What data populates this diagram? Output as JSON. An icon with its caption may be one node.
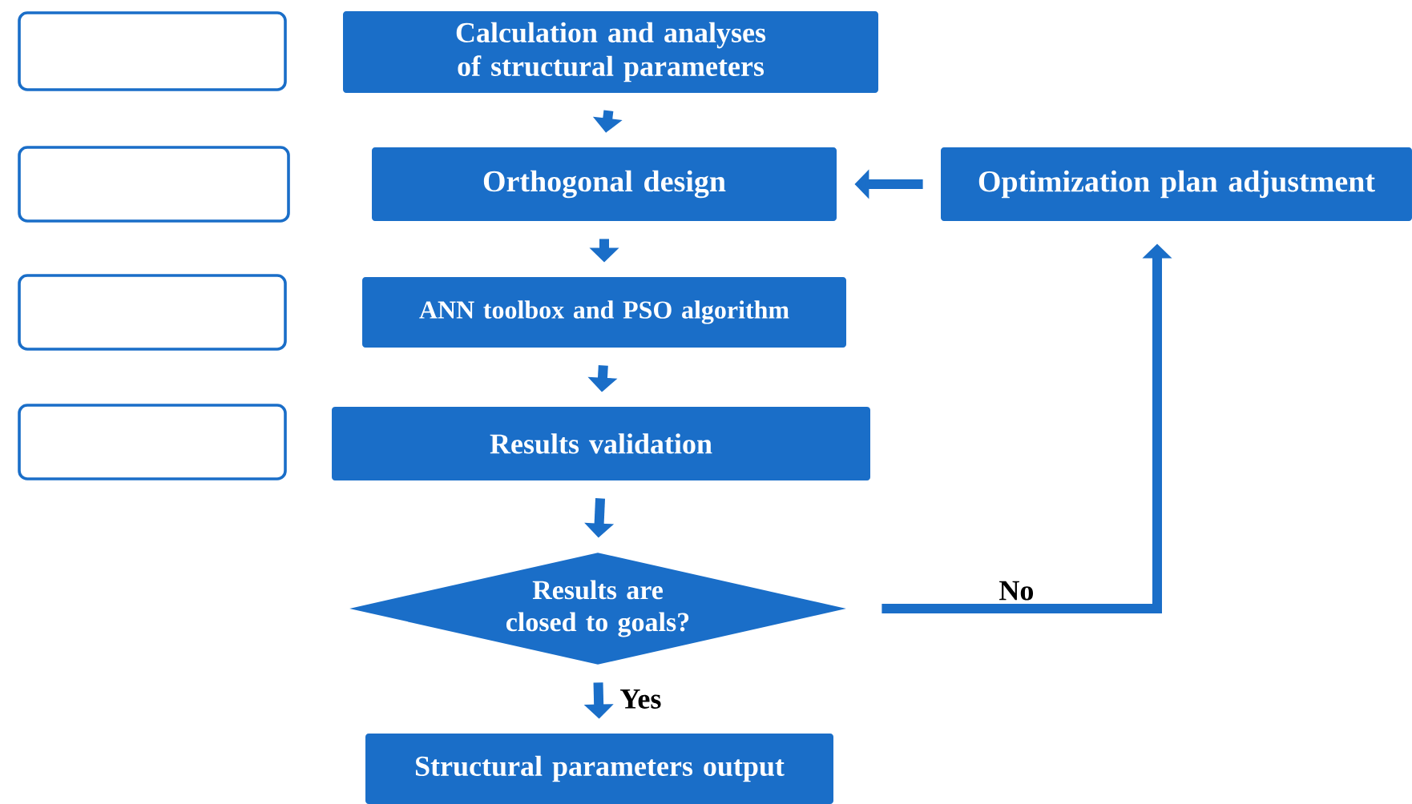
{
  "diagram": {
    "nodes": [
      {
        "text": [],
        "shape": "box"
      },
      {
        "text": [
          "Calculation and analyses of structural parameters"
        ]
      },
      {
        "text": [],
        "shape": "box"
      },
      {
        "text": [
          "Orthogonal design"
        ]
      },
      {
        "text": [
          "Optimization plan adjustment"
        ]
      },
      {
        "text": [],
        "shape": "box"
      },
      {
        "text": [
          "ANN toolbox and PSO algorithm"
        ]
      },
      {
        "text": [],
        "shape": "box"
      },
      {
        "text": [
          "Results validation"
        ]
      },
      {
        "text": [
          "Results are closed to goals?"
        ]
      },
      {
        "text": [
          "Structural parameters output"
        ]
      }
    ],
    "edges": [
      {
        "from": 1,
        "to": 3,
        "arrow": "to"
      },
      {
        "from": 3,
        "to": 6,
        "arrow": "to"
      },
      {
        "from": 6,
        "to": 8,
        "arrow": "to"
      },
      {
        "from": 8,
        "to": 9,
        "arrow": "to"
      },
      {
        "from": 9,
        "to": 10,
        "arrow": "to",
        "label": "Yes"
      },
      {
        "from": 9,
        "to": 4,
        "arrow": "to",
        "label": "No"
      },
      {
        "from": 4,
        "to": 3,
        "arrow": "to"
      }
    ]
  }
}
